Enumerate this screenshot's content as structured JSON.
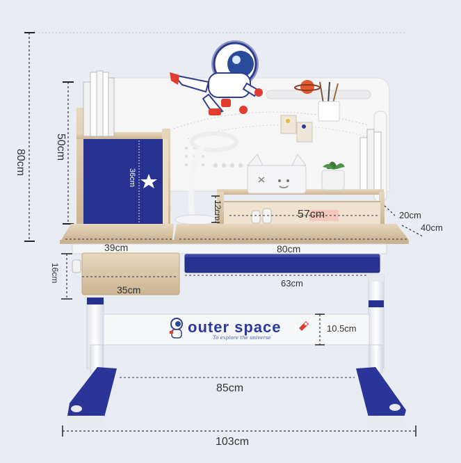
{
  "product": {
    "brand": "outer space",
    "tagline": "To explore the universe"
  },
  "dimensions": {
    "total_height": "80cm",
    "hutch_height": "50cm",
    "board_width": "36cm",
    "shelf_height": "12cm",
    "shelf_width": "57cm",
    "hutch_depth": "20cm",
    "side_depth": "40cm",
    "left_top_width": "39cm",
    "main_top_width": "80cm",
    "drawer_height": "16cm",
    "drawer_width": "35cm",
    "main_drawer_width": "63cm",
    "beam_height": "10.5cm",
    "leg_span": "85cm",
    "total_width": "103cm"
  },
  "colors": {
    "accent_blue": "#27318f",
    "wood": "#dcc9ad",
    "panel_white": "#f7f7f8",
    "background": "#e9edf3"
  }
}
